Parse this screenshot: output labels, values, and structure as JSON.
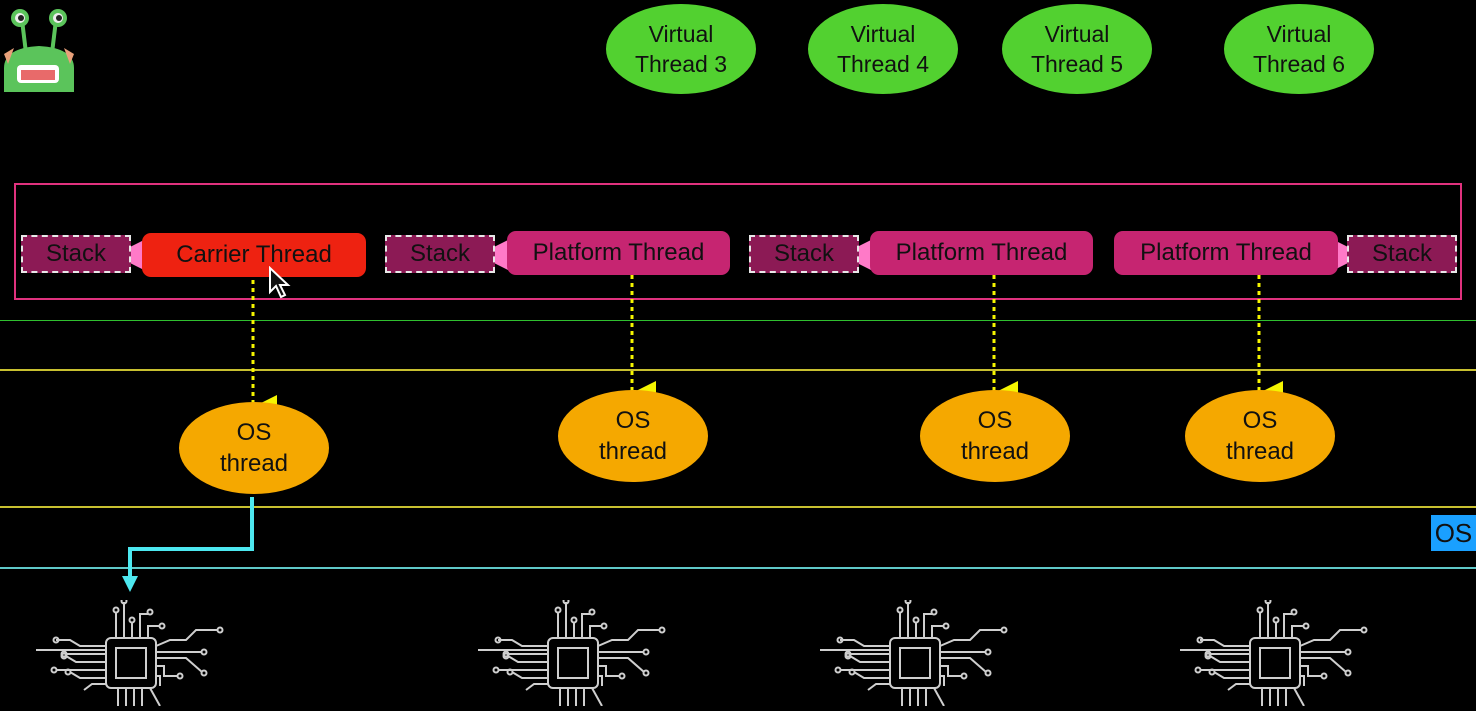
{
  "virtual_threads": [
    {
      "line1": "Virtual",
      "line2": "Thread 3"
    },
    {
      "line1": "Virtual",
      "line2": "Thread 4"
    },
    {
      "line1": "Virtual",
      "line2": "Thread 5"
    },
    {
      "line1": "Virtual",
      "line2": "Thread 6"
    }
  ],
  "threads": [
    {
      "label": "Carrier Thread",
      "kind": "carrier",
      "stack_label": "Stack",
      "stack_side": "left"
    },
    {
      "label": "Platform Thread",
      "kind": "platform",
      "stack_label": "Stack",
      "stack_side": "left"
    },
    {
      "label": "Platform Thread",
      "kind": "platform",
      "stack_label": "Stack",
      "stack_side": "left"
    },
    {
      "label": "Platform Thread",
      "kind": "platform",
      "stack_label": "Stack",
      "stack_side": "right"
    }
  ],
  "os_threads": [
    {
      "line1": "OS",
      "line2": "thread"
    },
    {
      "line1": "OS",
      "line2": "thread"
    },
    {
      "line1": "OS",
      "line2": "thread"
    },
    {
      "line1": "OS",
      "line2": "thread"
    }
  ],
  "os_label": "OS",
  "cpu_icons": [
    "cpu-chip-icon",
    "cpu-chip-icon",
    "cpu-chip-icon",
    "cpu-chip-icon"
  ],
  "logo_icon": "green-monster-logo-icon",
  "colors": {
    "virtual_thread": "#52d130",
    "carrier_thread": "#ee2211",
    "platform_thread": "#c62571",
    "stack": "#8c1a55",
    "os_thread": "#f5a800",
    "os_badge": "#1aa0ff",
    "frame": "#e0327e",
    "line_green": "#2fbf2f",
    "line_yellow": "#c8c030",
    "line_cyan": "#5fc8c8",
    "cpu_link": "#4de8f0"
  }
}
